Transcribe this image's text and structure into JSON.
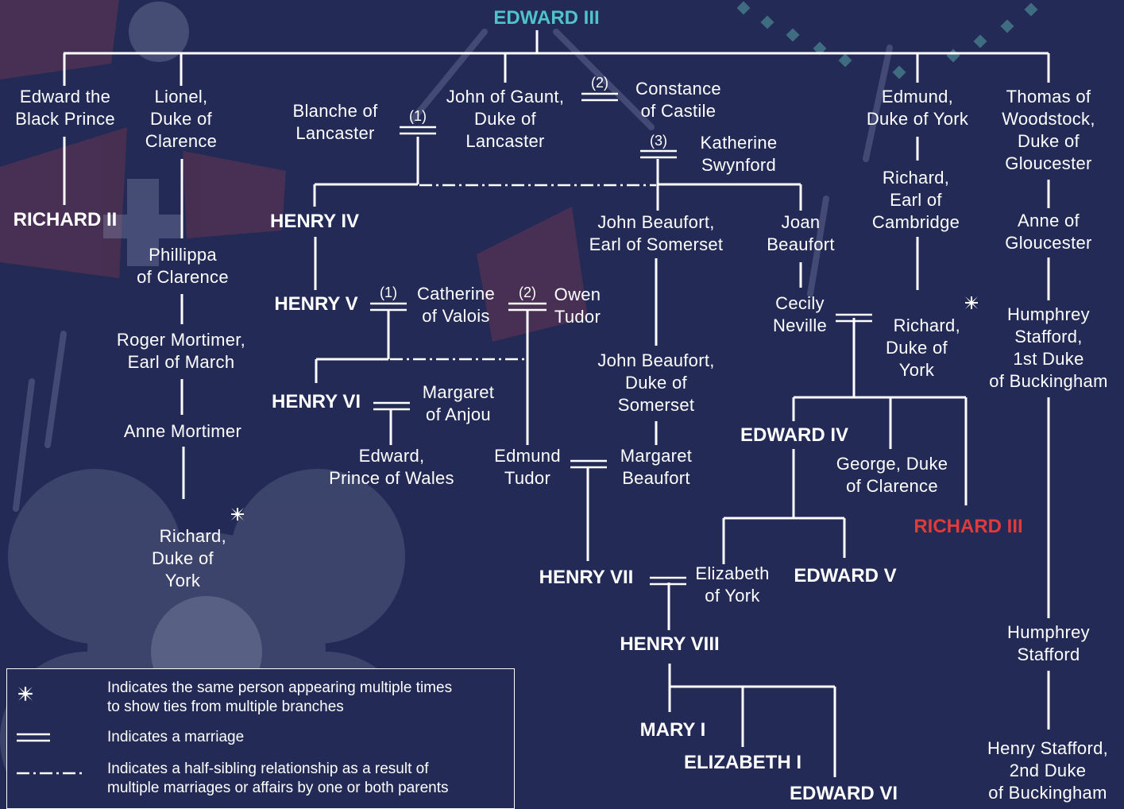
{
  "tree": {
    "root": "EDWARD III",
    "people": {
      "edward_black_prince": "Edward the\nBlack Prince",
      "lionel": "Lionel,\nDuke of\nClarence",
      "blanche": "Blanche of\nLancaster",
      "john_of_gaunt": "John of Gaunt,\nDuke of\nLancaster",
      "constance": "Constance\nof Castile",
      "katherine": "Katherine\nSwynford",
      "edmund_york": "Edmund,\nDuke of York",
      "thomas_woodstock": "Thomas of\nWoodstock,\nDuke of\nGloucester",
      "phillippa": "Phillippa\nof Clarence",
      "roger_mortimer": "Roger Mortimer,\nEarl of March",
      "anne_mortimer": "Anne Mortimer",
      "richard_york_left": "Richard,\nDuke of\nYork",
      "richard_cambridge": "Richard,\nEarl of\nCambridge",
      "anne_gloucester": "Anne of\nGloucester",
      "john_beaufort_earl": "John Beaufort,\nEarl of Somerset",
      "joan_beaufort": "Joan\nBeaufort",
      "cecily_neville": "Cecily\nNeville",
      "richard_york_right": "Richard,\nDuke of\nYork",
      "humphrey_1st": "Humphrey\nStafford,\n1st Duke\nof Buckingham",
      "catherine_valois": "Catherine\nof Valois",
      "owen_tudor": "Owen\nTudor",
      "john_beaufort_duke": "John Beaufort,\nDuke of\nSomerset",
      "margaret_anjou": "Margaret\nof Anjou",
      "edward_prince_wales": "Edward,\nPrince of Wales",
      "edmund_tudor": "Edmund\nTudor",
      "margaret_beaufort": "Margaret\nBeaufort",
      "george_clarence": "George, Duke\nof Clarence",
      "elizabeth_york": "Elizabeth\nof York",
      "humphrey_stafford": "Humphrey\nStafford",
      "henry_stafford": "Henry Stafford,\n2nd Duke\nof Buckingham"
    },
    "monarchs": {
      "richard_ii": "RICHARD II",
      "henry_iv": "HENRY IV",
      "henry_v": "HENRY V",
      "henry_vi": "HENRY VI",
      "edward_iv": "EDWARD IV",
      "richard_iii": "RICHARD III",
      "henry_vii": "HENRY VII",
      "edward_v": "EDWARD V",
      "henry_viii": "HENRY VIII",
      "mary_i": "MARY I",
      "elizabeth_i": "ELIZABETH I",
      "edward_vi": "EDWARD VI"
    },
    "marriage_numbers": {
      "gaunt_constance": "(2)",
      "gaunt_blanche": "(1)",
      "gaunt_katherine": "(3)",
      "catherine_henry_v": "(1)",
      "catherine_owen": "(2)"
    },
    "colors": {
      "background": "#222a55",
      "line": "#ffffff",
      "root_text": "#4fc3c9",
      "highlight_text": "#e03a3a"
    }
  },
  "legend": {
    "cross_text": "Indicates the same person appearing multiple times\nto show ties from multiple branches",
    "marriage_text": "Indicates a marriage",
    "half_sibling_text": "Indicates a half-sibling relationship as a result of\nmultiple marriages or affairs by one or both parents"
  }
}
